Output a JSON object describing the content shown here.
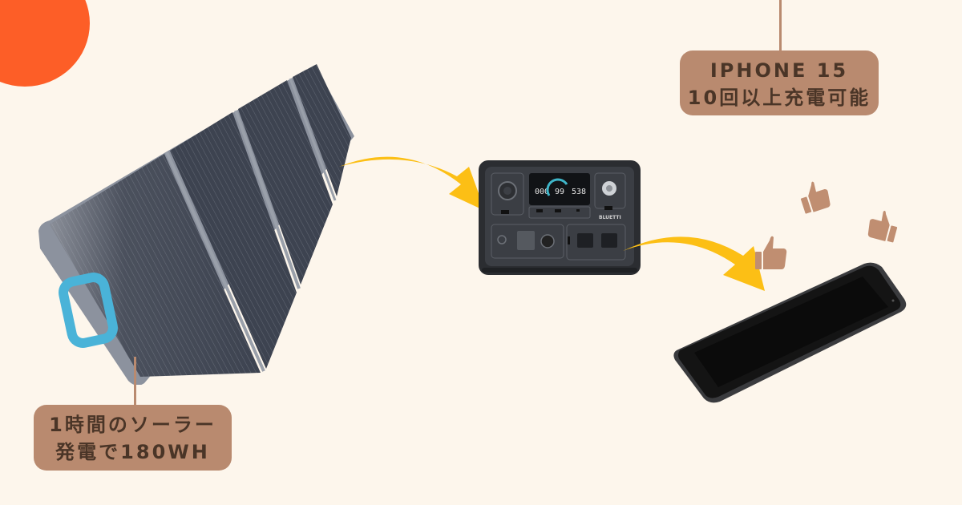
{
  "callouts": {
    "iphone": {
      "line1": "IPHONE 15",
      "line2": "10回以上充電可能"
    },
    "solar": {
      "line1": "1時間のソーラー",
      "line2": "発電で180WH"
    }
  },
  "power_station": {
    "brand": "BLUETTI",
    "display": {
      "input": "000",
      "battery": "99",
      "output": "538"
    }
  },
  "icons": [
    "sun-circle",
    "solar-panel",
    "arrow-curved",
    "power-station",
    "smartphone",
    "thumbs-up"
  ],
  "colors": {
    "background": "#fdf6ec",
    "sun": "#fd5e27",
    "callout_bg": "#b98a6f",
    "callout_text": "#4a3527",
    "arrow": "#fcbf15",
    "thumb": "#c08e71"
  }
}
